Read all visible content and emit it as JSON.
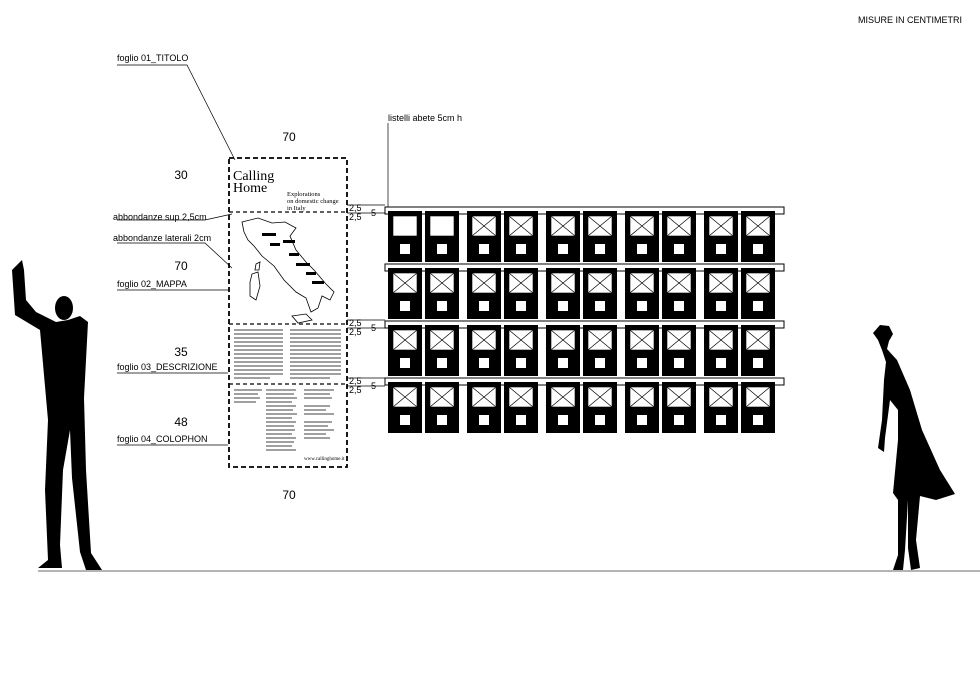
{
  "header": {
    "units_note": "MISURE IN CENTIMETRI"
  },
  "callouts": {
    "sheet_01": "foglio 01_TITOLO",
    "sheet_02": "foglio 02_MAPPA",
    "sheet_03": "foglio 03_DESCRIZIONE",
    "sheet_04": "foglio 04_COLOPHON",
    "bleed_top": "abbondanze sup 2,5cm",
    "bleed_side": "abbondanze laterali 2cm",
    "battens": "listelli abete 5cm h"
  },
  "dimensions": {
    "width_top": "70",
    "width_bottom": "70",
    "h_sheet_01": "30",
    "h_sheet_02": "70",
    "h_sheet_03": "35",
    "h_sheet_04": "48",
    "gap_a": "2,5",
    "gap_b": "2,5",
    "batten_h": "5"
  },
  "poster": {
    "title_line1": "Calling",
    "title_line2": "Home",
    "subtitle_line1": "Explorations",
    "subtitle_line2": "on domestic change",
    "subtitle_line3": "in Italy",
    "url": "www.callinghome.it"
  },
  "grid": {
    "rows": 4,
    "columns": 10
  }
}
